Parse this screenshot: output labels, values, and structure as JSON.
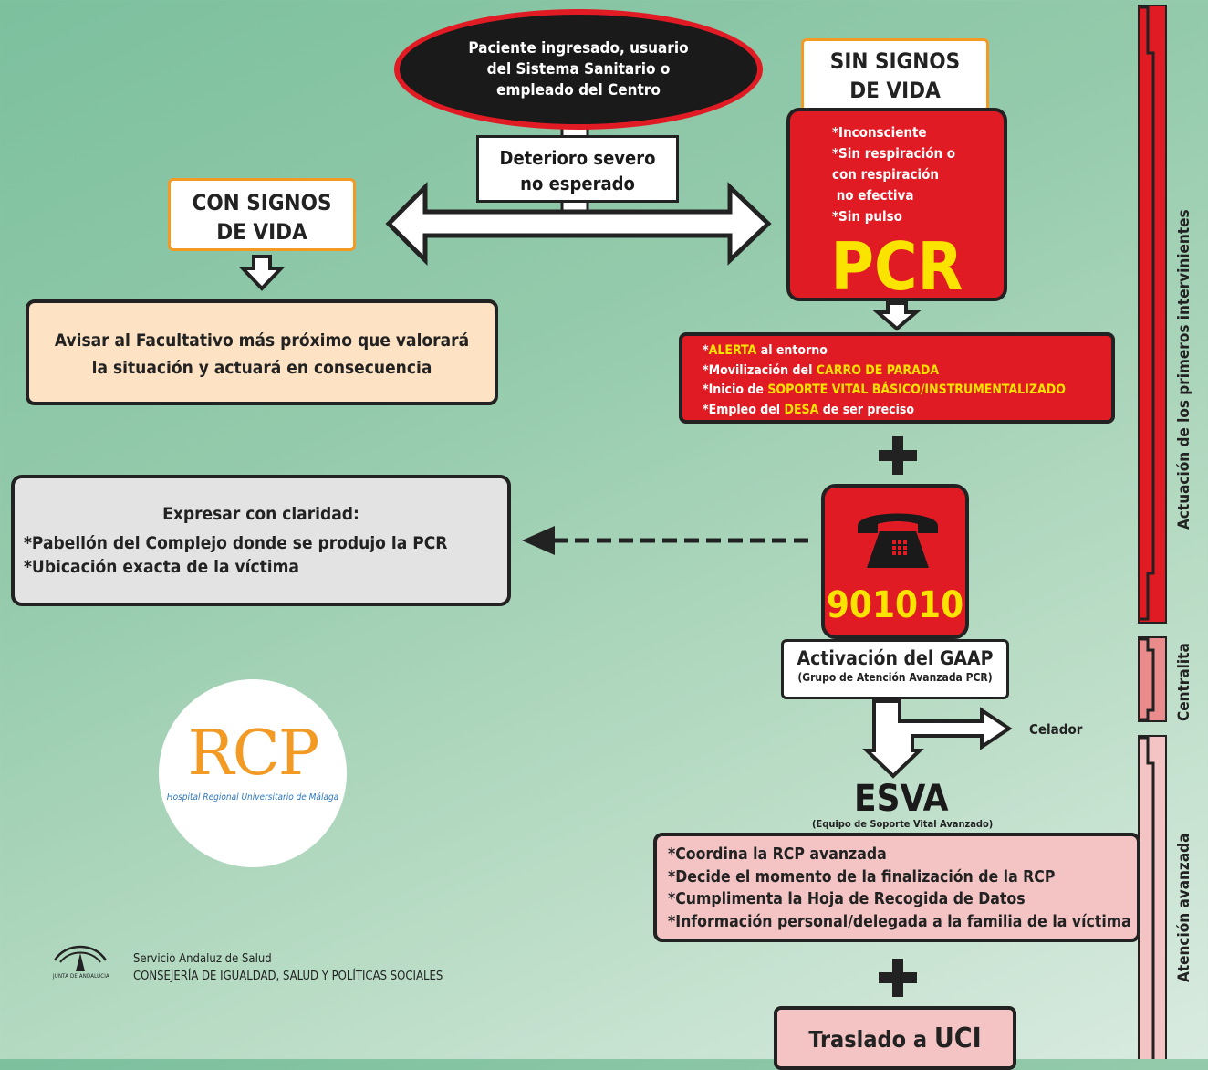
{
  "colors": {
    "red": "#e01b24",
    "yellow": "#fbe300",
    "orange": "#f39a24",
    "peach": "#fde3c3",
    "pink": "#f4c4c4",
    "gray": "#e3e3e3",
    "dark": "#1a1a1a",
    "background": "#93caab"
  },
  "top_oval": {
    "lines": [
      "Paciente ingresado, usuario",
      "del Sistema Sanitario o",
      "empleado del Centro"
    ]
  },
  "deterioro": {
    "line1": "Deterioro severo",
    "line2": "no esperado"
  },
  "con_signos": {
    "line1": "CON SIGNOS",
    "line2": "DE VIDA"
  },
  "sin_signos": {
    "line1": "SIN SIGNOS",
    "line2": "DE VIDA"
  },
  "pcr": {
    "items": [
      "*Inconsciente",
      "*Sin respiración o",
      "con respiración",
      " no efectiva",
      "*Sin pulso"
    ],
    "title": "PCR"
  },
  "avisar": {
    "line1": "Avisar al Facultativo más próximo que valorará",
    "line2": "la situación y actuará en consecuencia"
  },
  "alerta": {
    "l1_a": "*",
    "l1_hl": "ALERTA",
    "l1_b": " al entorno",
    "l2_a": "*Movilización del ",
    "l2_hl": "CARRO DE PARADA",
    "l3_a": "*Inicio de ",
    "l3_hl": "SOPORTE VITAL BÁSICO/INSTRUMENTALIZADO",
    "l4_a": "*Empleo del ",
    "l4_hl": "DESA",
    "l4_b": " de ser preciso"
  },
  "plus_sign": "+",
  "expresar": {
    "heading": "Expresar con claridad:",
    "line1": "*Pabellón del Complejo donde se produjo la PCR",
    "line2": "*Ubicación exacta de la víctima"
  },
  "phone": {
    "icon": "telephone-icon",
    "number": "901010"
  },
  "gaap": {
    "title": "Activación del GAAP",
    "subtitle": "(Grupo de Atención Avanzada PCR)"
  },
  "celador": "Celador",
  "esva": {
    "title": "ESVA",
    "subtitle": "(Equipo de Soporte Vital Avanzado)"
  },
  "coordina": {
    "items": [
      "*Coordina la RCP avanzada",
      "*Decide el momento de la finalización de la RCP",
      "*Cumplimenta la Hoja de Recogida de Datos",
      "*Información personal/delegada a la familia de la víctima"
    ]
  },
  "traslado": {
    "prefix": "Traslado a ",
    "big": "UCI"
  },
  "logo": {
    "title": "RCP",
    "subtitle": "Hospital Regional Universitario de Málaga"
  },
  "footer": {
    "line1": "Servicio Andaluz de Salud",
    "line2": "CONSEJERÍA DE IGUALDAD, SALUD Y POLÍTICAS SOCIALES",
    "junta": "JUNTA DE ANDALUCIA"
  },
  "sidebar": {
    "section1": "Actuación de los primeros intervinientes",
    "section2": "Centralita",
    "section3": "Atención avanzada"
  }
}
